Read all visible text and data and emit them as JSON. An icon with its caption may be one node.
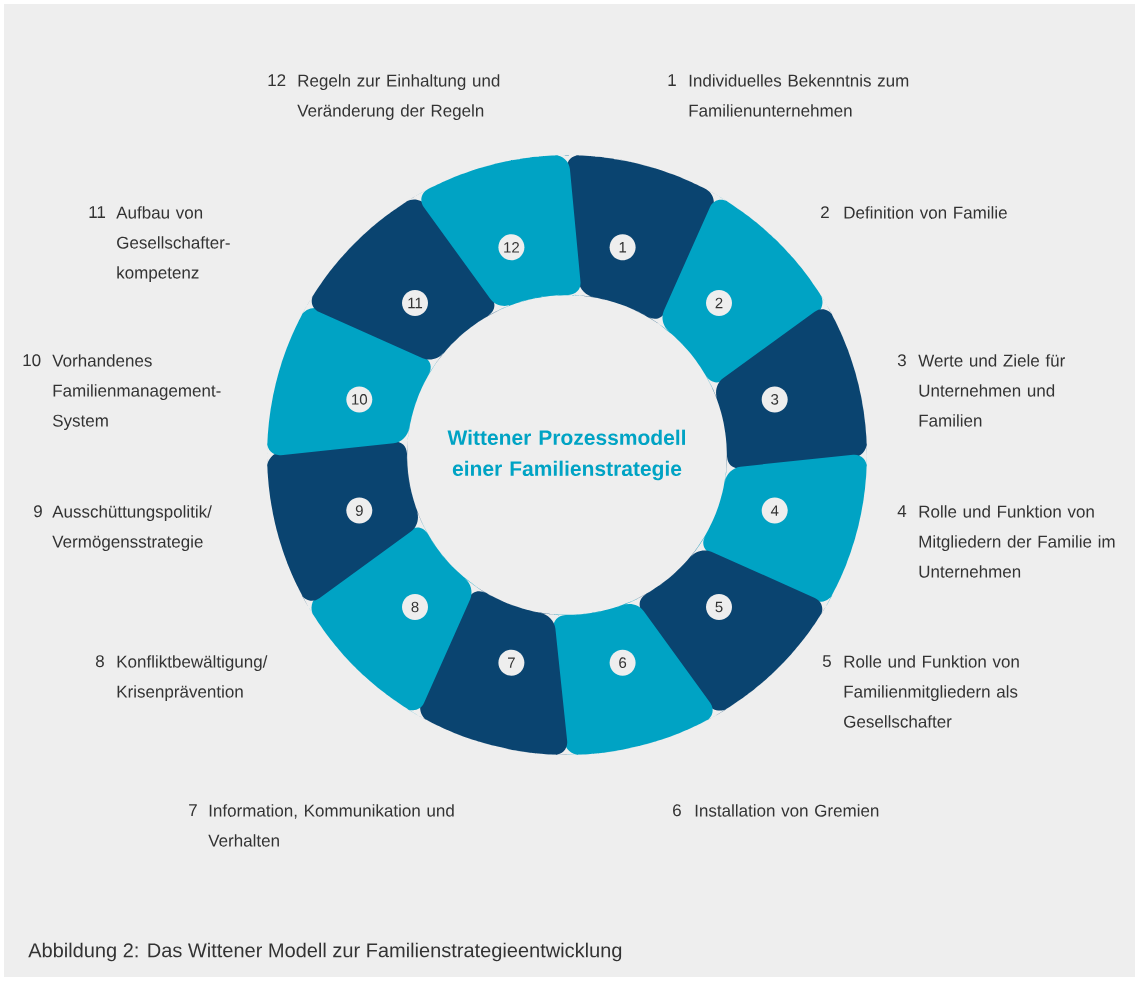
{
  "diagram": {
    "title": "Wittener Prozessmodell einer Familienstrategie",
    "caption": "Abbildung 2: Das Wittener Modell zur Familienstrategieentwicklung",
    "nodes": [
      {
        "text": [
          "1"
        ],
        "beside": [
          "1",
          "Individuelles Bekenntnis zum Familienunternehmen"
        ]
      },
      {
        "text": [
          "2"
        ],
        "beside": [
          "2",
          "Definition von Familie"
        ]
      },
      {
        "text": [
          "3"
        ],
        "beside": [
          "3",
          "Werte und Ziele für Unternehmen und Familien"
        ]
      },
      {
        "text": [
          "4"
        ],
        "beside": [
          "4",
          "Rolle und Funktion von Mitgliedern der Familie im Unternehmen"
        ]
      },
      {
        "text": [
          "5"
        ],
        "beside": [
          "5",
          "Rolle und Funktion von Familienmitgliedern als Gesellschafter"
        ]
      },
      {
        "text": [
          "6"
        ],
        "beside": [
          "6",
          "Installation von Gremien"
        ]
      },
      {
        "text": [
          "7"
        ],
        "beside": [
          "7",
          "Information, Kommunikation und Verhalten"
        ]
      },
      {
        "text": [
          "8"
        ],
        "beside": [
          "8",
          "Konfliktbewältigung/ Krisenprävention"
        ]
      },
      {
        "text": [
          "9"
        ],
        "beside": [
          "9",
          "Ausschüttungspolitik/ Vermögensstrategie"
        ]
      },
      {
        "text": [
          "10"
        ],
        "beside": [
          "10",
          "Vorhandenes Familienmanagement-System"
        ]
      },
      {
        "text": [
          "11"
        ],
        "beside": [
          "11",
          "Aufbau von Gesellschafter-kompetenz"
        ]
      },
      {
        "text": [
          "12"
        ],
        "beside": [
          "12",
          "Regeln zur Einhaltung und Veränderung der Regeln"
        ]
      }
    ]
  }
}
